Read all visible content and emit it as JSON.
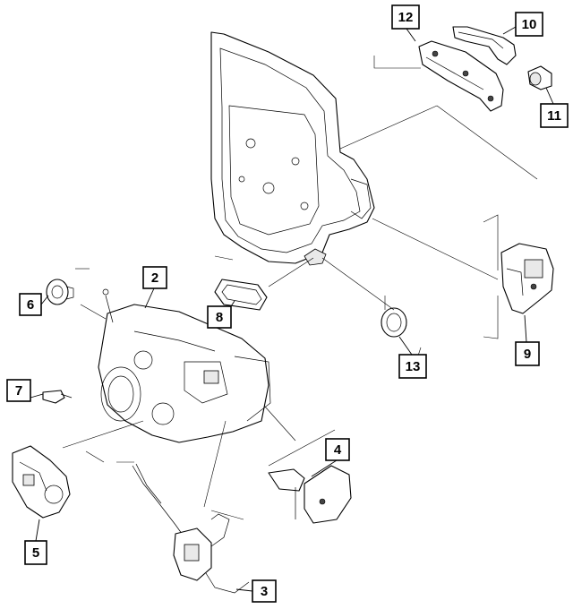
{
  "colors": {
    "line": "#000000",
    "background": "#ffffff",
    "shade": "#e9e9e9"
  },
  "callouts": [
    {
      "id": "c1",
      "label": "12"
    },
    {
      "id": "c2",
      "label": "10"
    },
    {
      "id": "c3",
      "label": "11"
    },
    {
      "id": "c4",
      "label": "2"
    },
    {
      "id": "c5",
      "label": "6"
    },
    {
      "id": "c6",
      "label": "8"
    },
    {
      "id": "c7",
      "label": "13"
    },
    {
      "id": "c8",
      "label": "9"
    },
    {
      "id": "c9",
      "label": "7"
    },
    {
      "id": "c10",
      "label": "4"
    },
    {
      "id": "c11",
      "label": "5"
    },
    {
      "id": "c12",
      "label": "3"
    }
  ]
}
